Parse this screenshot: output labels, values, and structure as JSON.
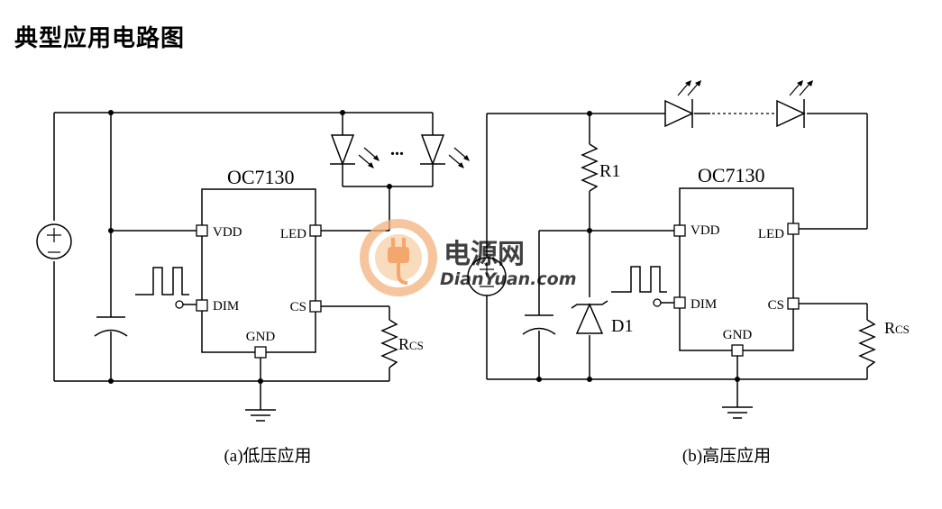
{
  "page": {
    "title": "典型应用电路图"
  },
  "circuit_a": {
    "chip_name": "OC7130",
    "pins": {
      "vdd": "VDD",
      "dim": "DIM",
      "led": "LED",
      "cs": "CS",
      "gnd": "GND"
    },
    "led_ellipsis": "...",
    "resistor_main": "R",
    "resistor_sub": "CS",
    "caption": "(a)低压应用"
  },
  "circuit_b": {
    "chip_name": "OC7130",
    "pins": {
      "vdd": "VDD",
      "dim": "DIM",
      "led": "LED",
      "cs": "CS",
      "gnd": "GND"
    },
    "r1": "R1",
    "d1": "D1",
    "resistor_main": "R",
    "resistor_sub": "CS",
    "caption": "(b)高压应用"
  },
  "watermark": {
    "brand_cn": "电源网",
    "brand_en": "DianYuan.com"
  }
}
